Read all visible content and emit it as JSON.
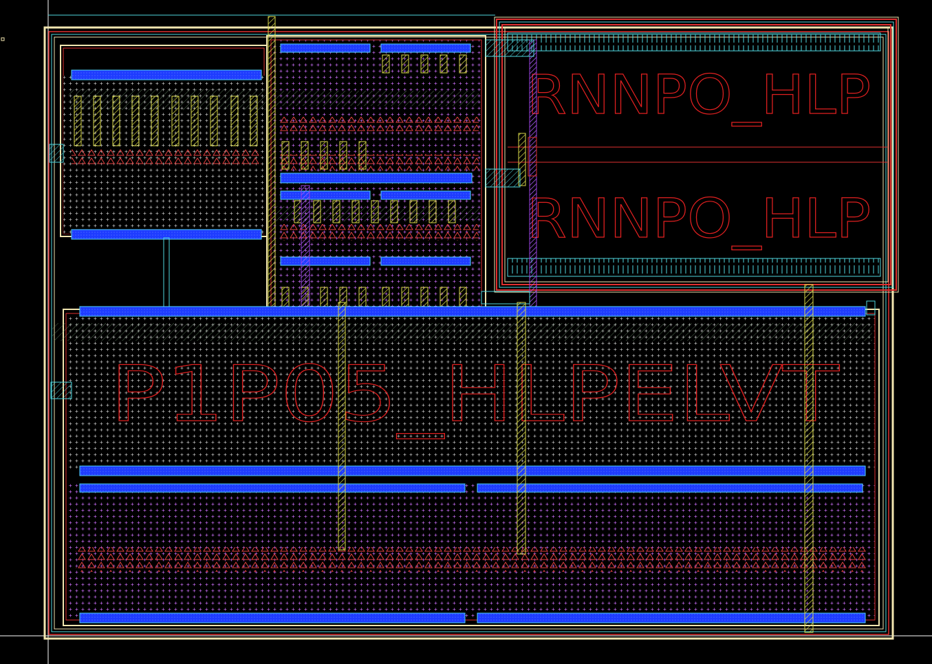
{
  "app": {
    "view": "layout-editor-canvas"
  },
  "colors": {
    "background": "#000000",
    "metal1": "#1e3cff",
    "metal1_outline": "#4fd4ff",
    "poly": "#d8d84a",
    "diffusion_fill": "#e060ff",
    "boundary_cream": "#f2e6b0",
    "guard_red": "#e03030",
    "guard_cyan": "#50d8e0",
    "label_red": "#e02020",
    "via_purple": "#9a40e0"
  },
  "cells": {
    "resistor_cell": {
      "label_top": "RNNPO_HLP",
      "label_bottom": "RNNPO_HLP"
    },
    "main_device": {
      "label": "P1P05_HLPELVT"
    }
  }
}
